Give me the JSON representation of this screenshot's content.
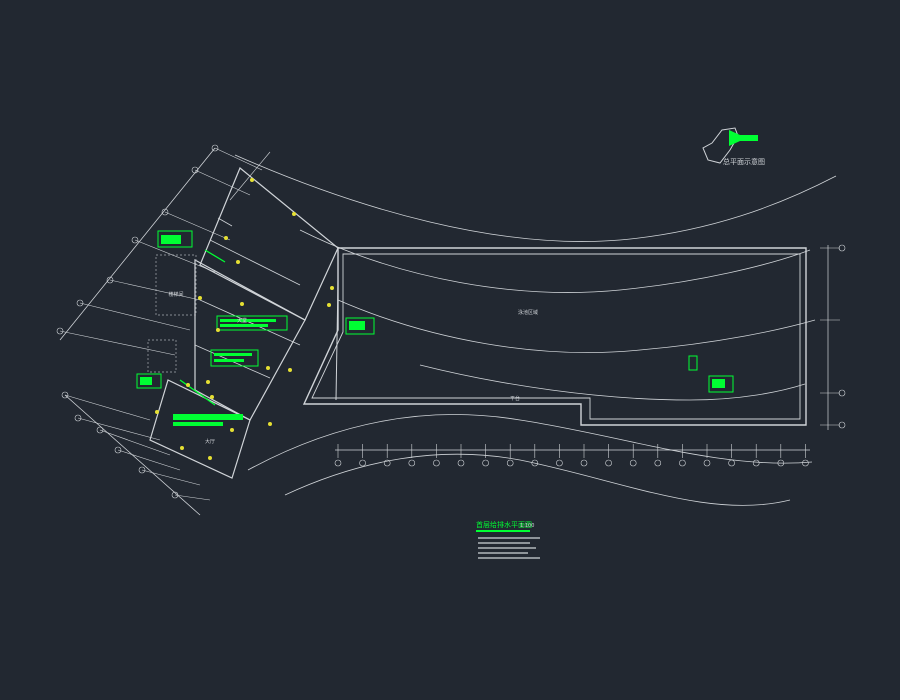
{
  "colors": {
    "background": "#222831",
    "line": "#d0d4d8",
    "dim": "#a8adb3",
    "highlight": "#00ff33",
    "marker": "#e6e033"
  },
  "drawing": {
    "key_plan_label": "总平面示意图",
    "plan_title": "首层给排水平面图",
    "plan_scale": "1:100",
    "room_labels": {
      "pool_area": "泳池区域",
      "lobby": "大堂",
      "hall": "大厅",
      "stair": "楼梯间",
      "deck": "平台"
    }
  },
  "icons": {
    "key_plan": "key-plan-outline-icon",
    "arrow": "orientation-arrow-icon",
    "valve": "valve-marker-icon",
    "grid_bubble": "grid-bubble-icon"
  }
}
